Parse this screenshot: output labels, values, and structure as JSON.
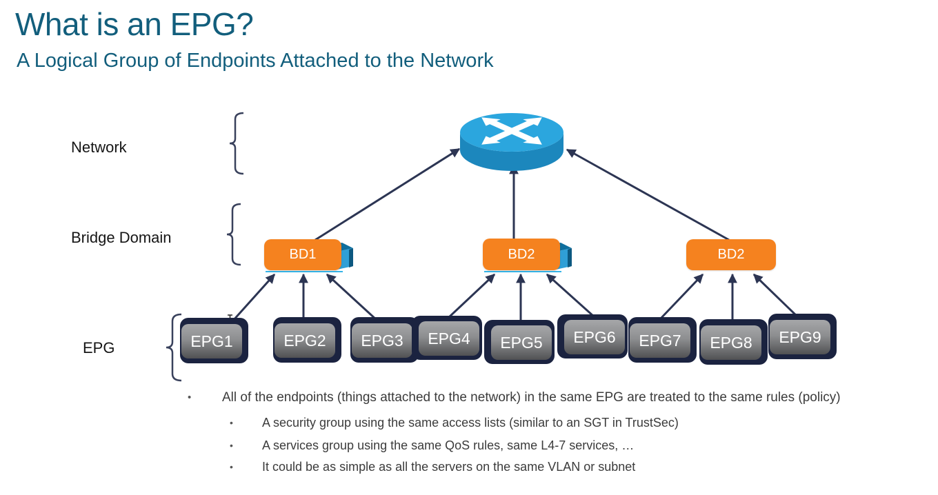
{
  "slide": {
    "title": "What is an EPG?",
    "subtitle": "A Logical Group of Endpoints Attached to the Network"
  },
  "diagram": {
    "layers": [
      {
        "label": "Network"
      },
      {
        "label": "Bridge Domain"
      },
      {
        "label": "EPG"
      }
    ],
    "icons": [
      "router-icon",
      "switch-cube-icon",
      "brace",
      "text-cursor-icon"
    ],
    "bridge_domains": [
      {
        "label": "BD1"
      },
      {
        "label": "BD2"
      },
      {
        "label": "BD2"
      }
    ],
    "epgs": [
      {
        "label": "EPG1"
      },
      {
        "label": "EPG2"
      },
      {
        "label": "EPG3"
      },
      {
        "label": "EPG4"
      },
      {
        "label": "EPG5"
      },
      {
        "label": "EPG6"
      },
      {
        "label": "EPG7"
      },
      {
        "label": "EPG8"
      },
      {
        "label": "EPG9"
      }
    ]
  },
  "bullets": {
    "level1": "All of the endpoints (things attached to the network) in the same EPG are treated to the same rules (policy)",
    "level2": [
      "A security group using the same access lists (similar to an SGT in TrustSec)",
      "A services group using the same QoS rules, same L4-7 services, …",
      "It could be as simple as all the servers on the same VLAN or subnet"
    ]
  },
  "colors": {
    "title_teal": "#125e7c",
    "bd_orange": "#f5821f",
    "epg_navy_back": "#1b2340",
    "epg_gray_top": "#a6a7a9",
    "epg_gray_bottom": "#505153",
    "arrow_navy": "#2c3553",
    "router_blue_top": "#2ba6de",
    "router_blue_body": "#1c87bd",
    "cube_blue": "#2f9fd6"
  }
}
